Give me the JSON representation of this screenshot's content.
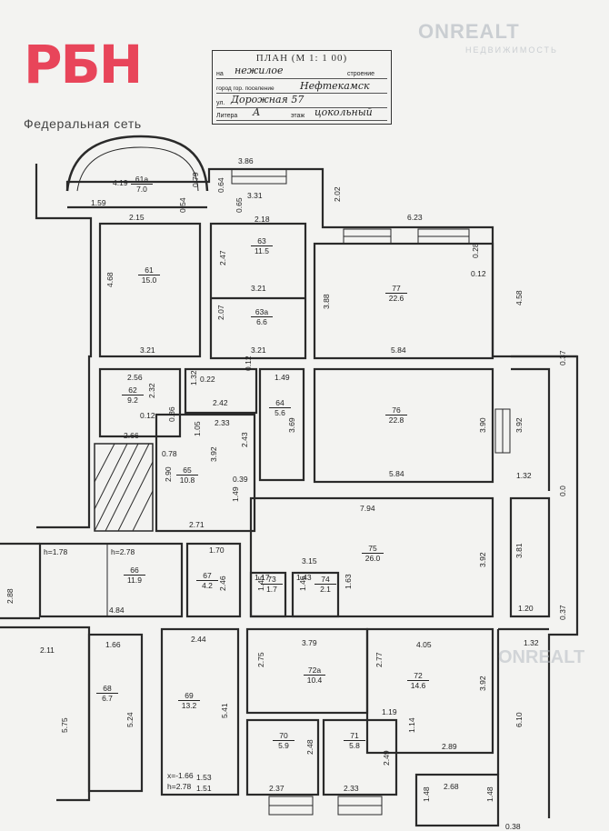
{
  "brand": {
    "logo_text": "РБН",
    "subtitle": "Федеральная сеть",
    "brand_color": "#e8455a"
  },
  "watermark": {
    "name": "ONREALT",
    "sub": "НЕДВИЖИМОСТЬ",
    "name_bottom": "ONREALT"
  },
  "stamp": {
    "title": "ПЛАН  (М 1: 1 00)",
    "row1_label": "на",
    "row1_value": "нежилое",
    "row1_suffix": "строение",
    "row2_label": "город гор. поселение",
    "row2_value": "Нефтекамск",
    "row3_label": "ул.",
    "row3_value": "Дорожная  57",
    "row4_label": "Литера",
    "row4_value": "А",
    "row4_label2": "этаж",
    "row4_value2": "цокольный"
  },
  "rooms": [
    {
      "id": "61a",
      "number": "61а",
      "area": "7.0"
    },
    {
      "id": "61",
      "number": "61",
      "area": "15.0"
    },
    {
      "id": "63",
      "number": "63",
      "area": "11.5"
    },
    {
      "id": "63a",
      "number": "63а",
      "area": "6.6"
    },
    {
      "id": "77",
      "number": "77",
      "area": "22.6"
    },
    {
      "id": "62",
      "number": "62",
      "area": "9.2"
    },
    {
      "id": "64",
      "number": "64",
      "area": "5.6"
    },
    {
      "id": "76",
      "number": "76",
      "area": "22.8"
    },
    {
      "id": "65",
      "number": "65",
      "area": "10.8"
    },
    {
      "id": "66",
      "number": "66",
      "area": "11.9"
    },
    {
      "id": "67",
      "number": "67",
      "area": "4.2"
    },
    {
      "id": "73",
      "number": "73",
      "area": "1.7"
    },
    {
      "id": "74",
      "number": "74",
      "area": "2.1"
    },
    {
      "id": "75",
      "number": "75",
      "area": "26.0"
    },
    {
      "id": "68",
      "number": "68",
      "area": "6.7"
    },
    {
      "id": "69",
      "number": "69",
      "area": "13.2"
    },
    {
      "id": "72a",
      "number": "72а",
      "area": "10.4"
    },
    {
      "id": "72",
      "number": "72",
      "area": "14.6"
    },
    {
      "id": "70",
      "number": "70",
      "area": "5.9"
    },
    {
      "id": "71",
      "number": "71",
      "area": "5.8"
    }
  ],
  "dimensions": [
    "3.86",
    "4.19",
    "0.79",
    "1.59",
    "2.15",
    "0.54",
    "0.64",
    "3.31",
    "0.65",
    "2.18",
    "2.02",
    "6.23",
    "0.28",
    "0.12",
    "4.68",
    "3.21",
    "2.47",
    "3.21",
    "2.07",
    "3.21",
    "3.88",
    "4.58",
    "5.84",
    "0.37",
    "2.56",
    "0.22",
    "0.12",
    "1.49",
    "1.32",
    "2.32",
    "0.12",
    "2.42",
    "2.66",
    "0.86",
    "2.33",
    "1.05",
    "3.69",
    "2.43",
    "3.92",
    "3.90",
    "3.92",
    "0.78",
    "0.39",
    "2.90",
    "5.84",
    "1.32",
    "0.0",
    "1.49",
    "2.71",
    "7.94",
    "1.70",
    "3.15",
    "1.17",
    "1.43",
    "1.45",
    "1.46",
    "1.63",
    "2.46",
    "3.92",
    "3.81",
    "4.84",
    "1.20",
    "0.37",
    "2.88",
    "2.11",
    "1.66",
    "2.44",
    "3.79",
    "4.05",
    "1.32",
    "2.75",
    "2.77",
    "5.24",
    "5.41",
    "3.92",
    "6.10",
    "1.19",
    "1.14",
    "2.89",
    "5.75",
    "2.48",
    "2.49",
    "2.68",
    "2.37",
    "2.33",
    "1.48",
    "1.48",
    "0.38",
    "1.53",
    "1.51"
  ],
  "notes": {
    "h1": "h=1.78",
    "h2": "h=2.78",
    "x_label": "x=-1.66",
    "h3": "h=2.78"
  }
}
